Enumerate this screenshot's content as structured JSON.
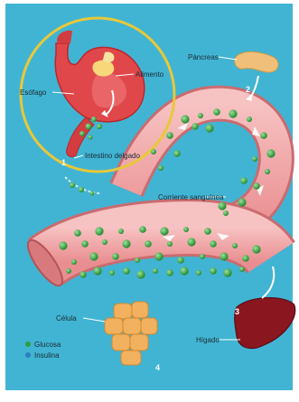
{
  "labels": {
    "esofago": "Esófago",
    "alimento": "Alimento",
    "intestino": "Intestino delgado",
    "pancreas": "Páncreas",
    "corriente": "Corriente sanguínea",
    "celula": "Célula",
    "higado": "Hígado"
  },
  "numbers": {
    "n1": "1",
    "n2": "2",
    "n3": "3",
    "n4": "4"
  },
  "legend": {
    "glucosa": "Glucosa",
    "insulina": "Insulina"
  },
  "colors": {
    "background": "#41b4d3",
    "glucose": "#2e9e3e",
    "insulin": "#2a7fc4",
    "ring": "#e8c83a",
    "vessel": "#f4a7a7",
    "stomach": "#e0474a",
    "liver": "#8a1620",
    "cells": "#f2b15e",
    "pancreas": "#f0c07a"
  }
}
